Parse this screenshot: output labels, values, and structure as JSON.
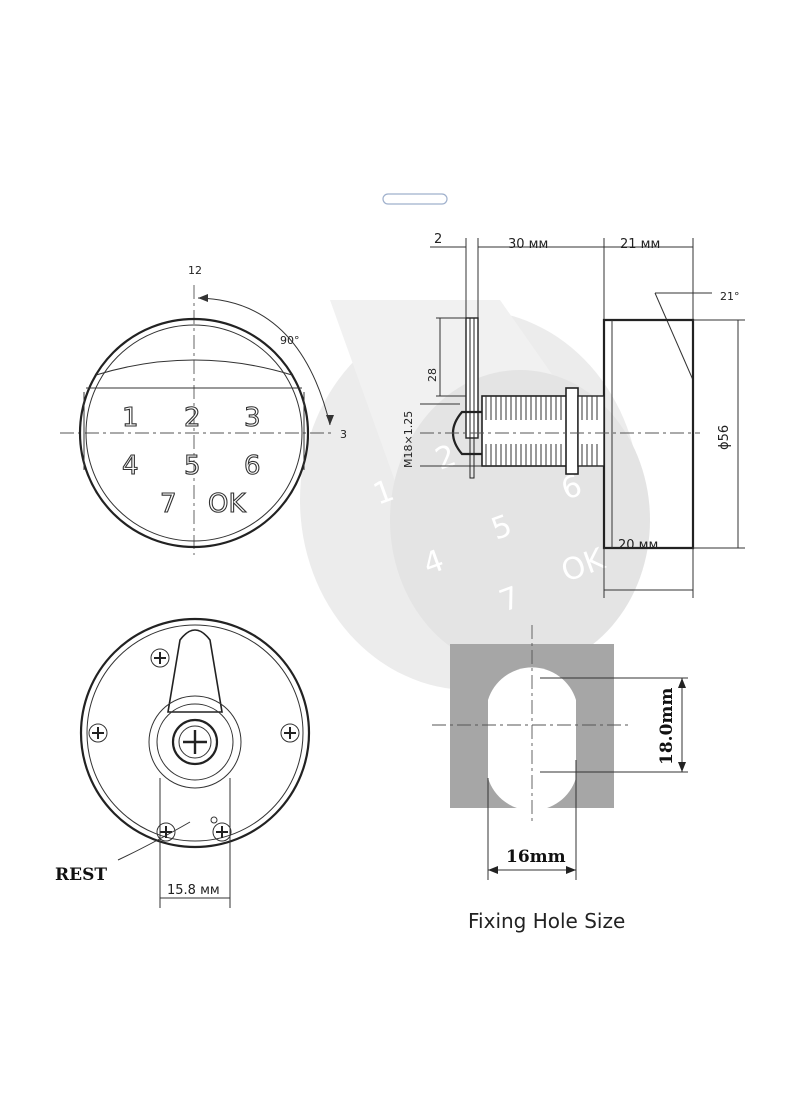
{
  "front_view": {
    "dims": {
      "top": "12",
      "right": "3",
      "angle": "90°"
    },
    "keys": [
      "1",
      "2",
      "3",
      "4",
      "5",
      "6",
      "7",
      "OK"
    ]
  },
  "side_view": {
    "dims": {
      "flange": "2",
      "body_length": "30 мм",
      "knob_depth": "21 мм",
      "angle": "21°",
      "height": "28",
      "thread": "M18×1.25",
      "diameter": "ϕ56",
      "bottom": "20 мм"
    },
    "ghost_keys": [
      "1",
      "2",
      "5",
      "6",
      "4",
      "7",
      "OK"
    ]
  },
  "rear_view": {
    "rest_label": "REST",
    "width_dim": "15.8 мм"
  },
  "fixing_hole": {
    "height_dim": "18.0mm",
    "width_dim": "16mm",
    "caption": "Fixing Hole Size"
  },
  "colors": {
    "plate": "#a6a6a6",
    "line": "#222222",
    "ghost": "#e6e6e6"
  }
}
